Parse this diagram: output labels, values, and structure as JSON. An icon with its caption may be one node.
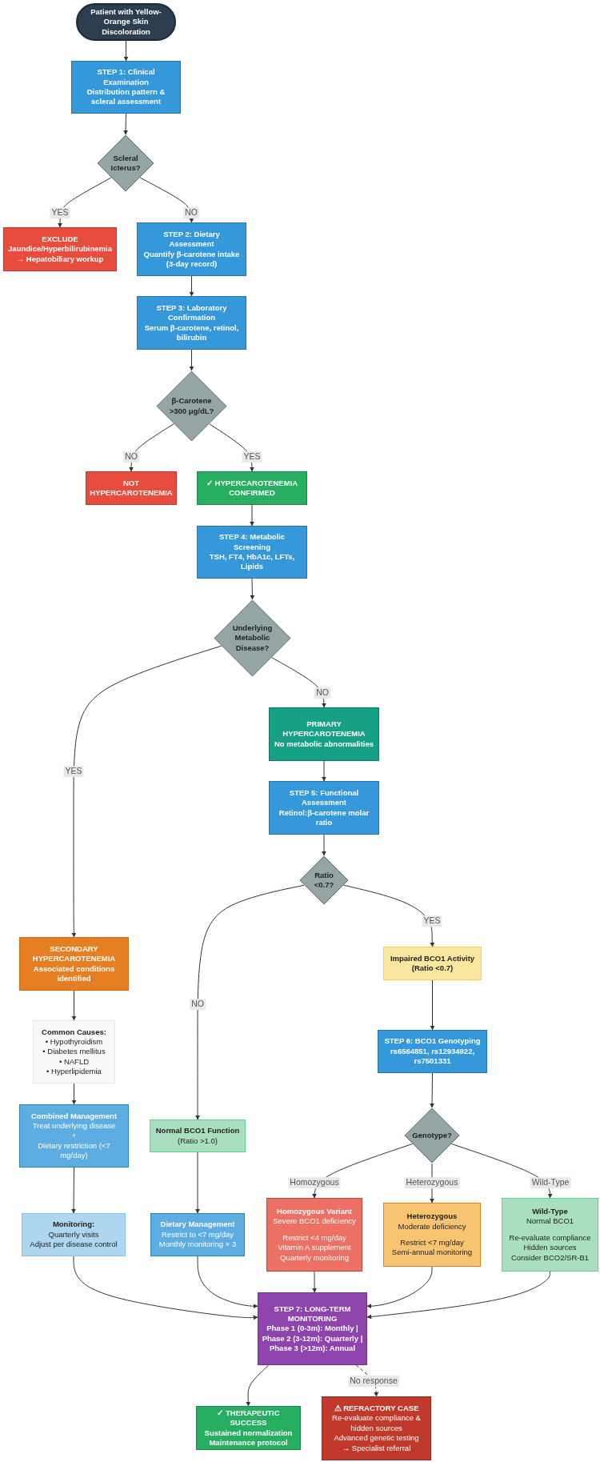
{
  "diagram": {
    "nodes": [
      {
        "text": [
          "Patient with Yellow-Orange Skin Discoloration"
        ]
      },
      {
        "text": [
          "STEP 1: Clinical Examination",
          "Distribution pattern & scleral assessment"
        ]
      },
      {
        "text": [
          "Scleral Icterus?"
        ]
      },
      {
        "text": [
          "EXCLUDE",
          "Jaundice/Hyperbilirubinemia",
          "→ Hepatobiliary workup"
        ]
      },
      {
        "text": [
          "STEP 2: Dietary Assessment",
          "Quantify β-carotene intake (3-day record)"
        ]
      },
      {
        "text": [
          "STEP 3: Laboratory Confirmation",
          "Serum β-carotene, retinol, bilirubin"
        ]
      },
      {
        "text": [
          "β-Carotene >300 μg/dL?"
        ]
      },
      {
        "text": [
          "NOT HYPERCAROTENEMIA"
        ]
      },
      {
        "text": [
          "✓ HYPERCAROTENEMIA CONFIRMED"
        ]
      },
      {
        "text": [
          "STEP 4: Metabolic Screening",
          "TSH, FT4, HbA1c, LFTs, Lipids"
        ]
      },
      {
        "text": [
          "Underlying Metabolic Disease?"
        ]
      },
      {
        "text": [
          "PRIMARY HYPERCAROTENEMIA",
          "No metabolic abnormalities"
        ]
      },
      {
        "text": [
          "STEP 5: Functional Assessment",
          "Retinol:β-carotene molar ratio"
        ]
      },
      {
        "text": [
          "Ratio <0.7?"
        ]
      },
      {
        "text": [
          "SECONDARY HYPERCAROTENEMIA",
          "Associated conditions identified"
        ]
      },
      {
        "text": [
          "Impaired BCO1 Activity",
          "(Ratio <0.7)"
        ]
      },
      {
        "text": [
          "Common Causes:",
          "• Hypothyroidism",
          "• Diabetes mellitus",
          "• NAFLD",
          "• Hyperlipidemia"
        ]
      },
      {
        "text": [
          "Combined Management",
          "Treat underlying disease",
          "+",
          "Dietary restriction (<7 mg/day)"
        ]
      },
      {
        "text": [
          "STEP 6: BCO1 Genotyping",
          "rs6564851, rs12934922, rs7501331"
        ]
      },
      {
        "text": [
          "Normal BCO1 Function",
          "(Ratio >1.0)"
        ]
      },
      {
        "text": [
          "Genotype?"
        ]
      },
      {
        "text": [
          "Monitoring:",
          "Quarterly visits",
          "Adjust per disease control"
        ]
      },
      {
        "text": [
          "Dietary Management",
          "Restrict to <7 mg/day",
          "Monthly monitoring × 3"
        ]
      },
      {
        "text": [
          "Homozygous Variant",
          "Severe BCO1 deficiency",
          "Restrict <4 mg/day",
          "Vitamin A supplement",
          "Quarterly monitoring"
        ]
      },
      {
        "text": [
          "Heterozygous",
          "Moderate deficiency",
          "Restrict <7 mg/day",
          "Semi-annual monitoring"
        ]
      },
      {
        "text": [
          "Wild-Type",
          "Normal BCO1",
          "Re-evaluate compliance",
          "Hidden sources",
          "Consider BCO2/SR-B1"
        ]
      },
      {
        "text": [
          "STEP 7: LONG-TERM MONITORING",
          "Phase 1 (0-3m): Monthly | Phase 2 (3-12m): Quarterly | Phase 3 (>12m): Annual"
        ]
      },
      {
        "text": [
          "✓ THERAPEUTIC SUCCESS",
          "Sustained normalization",
          "Maintenance protocol"
        ]
      },
      {
        "text": [
          "⚠ REFRACTORY CASE",
          "Re-evaluate compliance & hidden sources",
          "Advanced genetic testing",
          "→ Specialist referral"
        ]
      }
    ],
    "edges": [
      {
        "from": 0,
        "to": 1,
        "arrow": "to"
      },
      {
        "from": 1,
        "to": 2,
        "arrow": "to"
      },
      {
        "from": 2,
        "to": 3,
        "arrow": "to",
        "label": "YES"
      },
      {
        "from": 2,
        "to": 4,
        "arrow": "to",
        "label": "NO"
      },
      {
        "from": 4,
        "to": 5,
        "arrow": "to"
      },
      {
        "from": 5,
        "to": 6,
        "arrow": "to"
      },
      {
        "from": 6,
        "to": 7,
        "arrow": "to",
        "label": "NO"
      },
      {
        "from": 6,
        "to": 8,
        "arrow": "to",
        "label": "YES"
      },
      {
        "from": 8,
        "to": 9,
        "arrow": "to"
      },
      {
        "from": 9,
        "to": 10,
        "arrow": "to"
      },
      {
        "from": 10,
        "to": 14,
        "arrow": "to",
        "label": "YES"
      },
      {
        "from": 10,
        "to": 11,
        "arrow": "to",
        "label": "NO"
      },
      {
        "from": 11,
        "to": 12,
        "arrow": "to"
      },
      {
        "from": 12,
        "to": 13,
        "arrow": "to"
      },
      {
        "from": 13,
        "to": 19,
        "arrow": "to",
        "label": "NO"
      },
      {
        "from": 13,
        "to": 15,
        "arrow": "to",
        "label": "YES"
      },
      {
        "from": 14,
        "to": 16,
        "arrow": "to"
      },
      {
        "from": 16,
        "to": 17,
        "arrow": "to"
      },
      {
        "from": 17,
        "to": 21,
        "arrow": "to"
      },
      {
        "from": 15,
        "to": 18,
        "arrow": "to"
      },
      {
        "from": 18,
        "to": 20,
        "arrow": "to"
      },
      {
        "from": 19,
        "to": 22,
        "arrow": "to"
      },
      {
        "from": 20,
        "to": 23,
        "arrow": "to",
        "label": "Homozygous"
      },
      {
        "from": 20,
        "to": 24,
        "arrow": "to",
        "label": "Heterozygous"
      },
      {
        "from": 20,
        "to": 25,
        "arrow": "to",
        "label": "Wild-Type"
      },
      {
        "from": 21,
        "to": 26,
        "arrow": "to"
      },
      {
        "from": 22,
        "to": 26,
        "arrow": "to"
      },
      {
        "from": 23,
        "to": 26,
        "arrow": "to"
      },
      {
        "from": 24,
        "to": 26,
        "arrow": "to"
      },
      {
        "from": 25,
        "to": 26,
        "arrow": "to"
      },
      {
        "from": 26,
        "to": 27,
        "arrow": "to"
      },
      {
        "from": 26,
        "to": 28,
        "arrow": "to",
        "label": "No response",
        "style": "dashed"
      }
    ]
  }
}
